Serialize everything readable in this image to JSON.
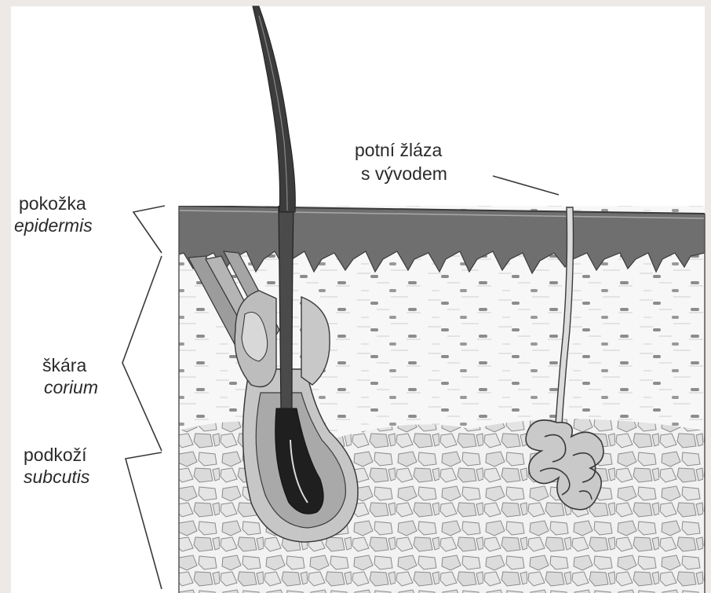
{
  "labels": {
    "epidermis_cz": "pokožka",
    "epidermis_lat": "epidermis",
    "dermis_cz": "škára",
    "dermis_lat": "corium",
    "subcutis_cz": "podkoží",
    "subcutis_lat": "subcutis",
    "gland_line1": "potní žláza",
    "gland_line2": "s vývodem"
  },
  "colors": {
    "epidermis": "#6f6f6f",
    "dermis": "#f6f6f6",
    "subcutis_cells": "#e2e2e2",
    "outline": "#3a3a3a",
    "hair": "#3c3c3c",
    "sebaceous": "#bdbdbd"
  }
}
